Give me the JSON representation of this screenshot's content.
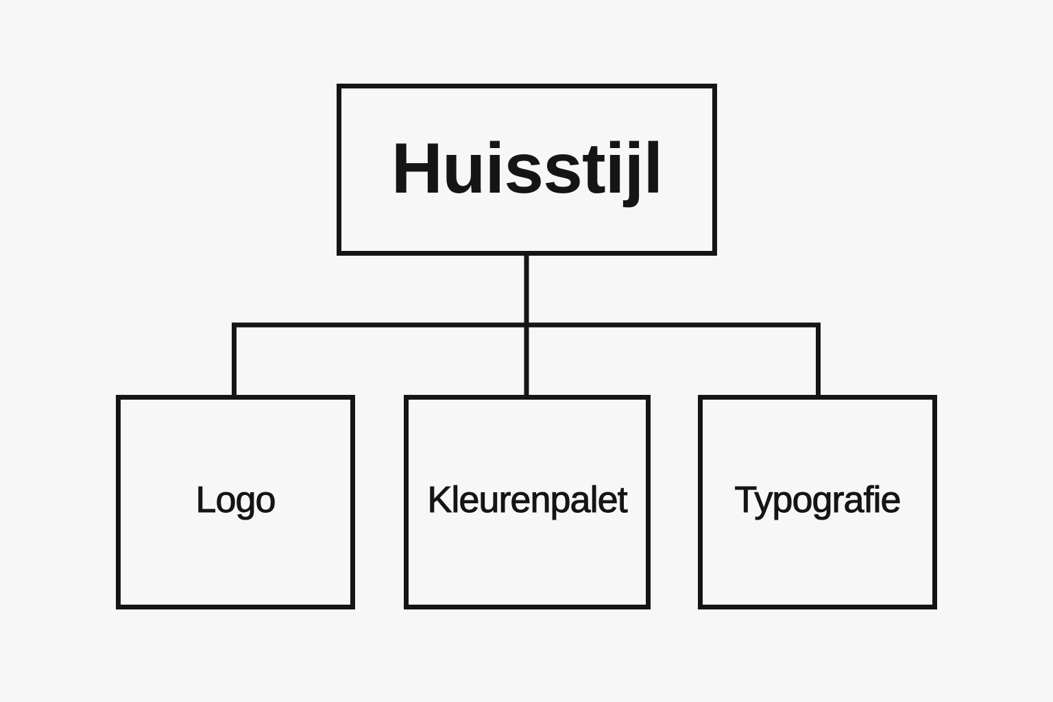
{
  "diagram": {
    "root": {
      "label": "Huisstijl"
    },
    "children": [
      {
        "label": "Logo"
      },
      {
        "label": "Kleurenpalet"
      },
      {
        "label": "Typografie"
      }
    ],
    "colors": {
      "background": "#f7f7f7",
      "stroke": "#151515",
      "text": "#151515"
    }
  }
}
